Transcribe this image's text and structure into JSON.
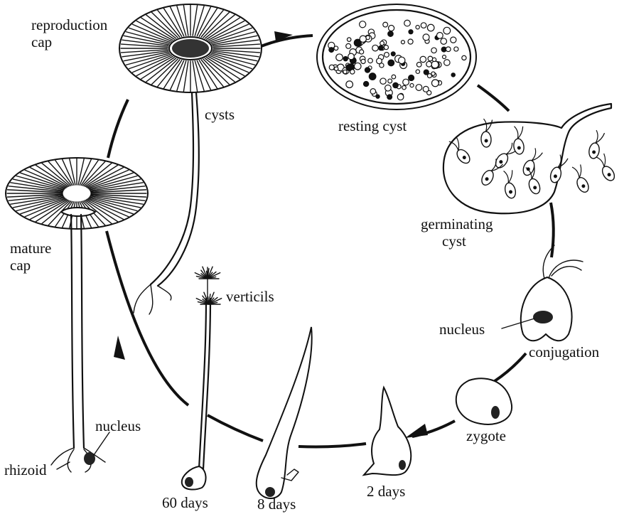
{
  "labels": {
    "reproduction_cap_line1": "reproduction",
    "reproduction_cap_line2": "cap",
    "cysts": "cysts",
    "resting_cyst": "resting cyst",
    "germinating_cyst_line1": "germinating",
    "germinating_cyst_line2": "cyst",
    "mature_cap_line1": "mature",
    "mature_cap_line2": "cap",
    "verticils": "verticils",
    "nucleus_top": "nucleus",
    "conjugation": "conjugation",
    "zygote": "zygote",
    "nucleus_bottom": "nucleus",
    "rhizoid": "rhizoid",
    "days_60": "60 days",
    "days_8": "8 days",
    "days_2": "2 days"
  }
}
